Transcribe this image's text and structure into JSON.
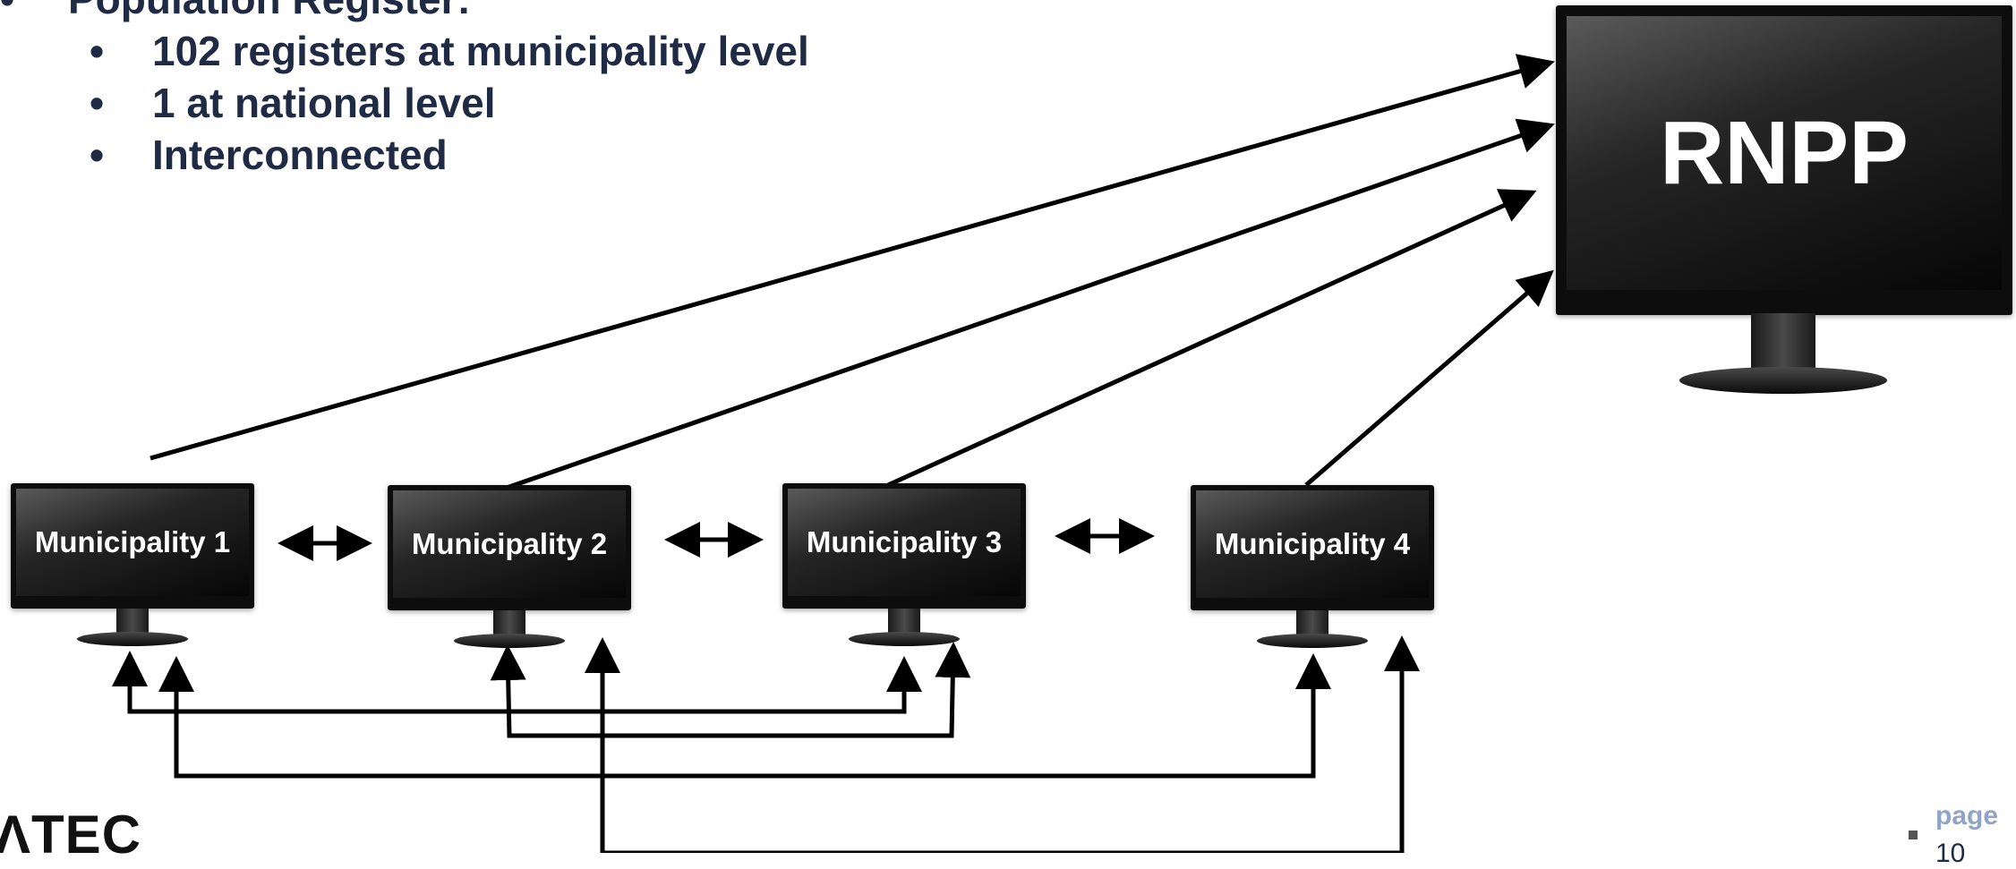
{
  "bullets": {
    "heading": "Population Register:",
    "items": [
      "102 registers at municipality level",
      "1 at national level",
      "Interconnected"
    ]
  },
  "national": {
    "label": "RNPP"
  },
  "municipalities": [
    {
      "label": "Municipality 1"
    },
    {
      "label": "Municipality 2"
    },
    {
      "label": "Municipality 3"
    },
    {
      "label": "Municipality 4"
    }
  ],
  "logo": {
    "text": "ΛTEC"
  },
  "footer": {
    "page_word": "page",
    "page_number": "10"
  },
  "colors": {
    "bullet_text": "#1f2a44",
    "arrow": "#000000",
    "page_word": "#8fa4c8"
  }
}
